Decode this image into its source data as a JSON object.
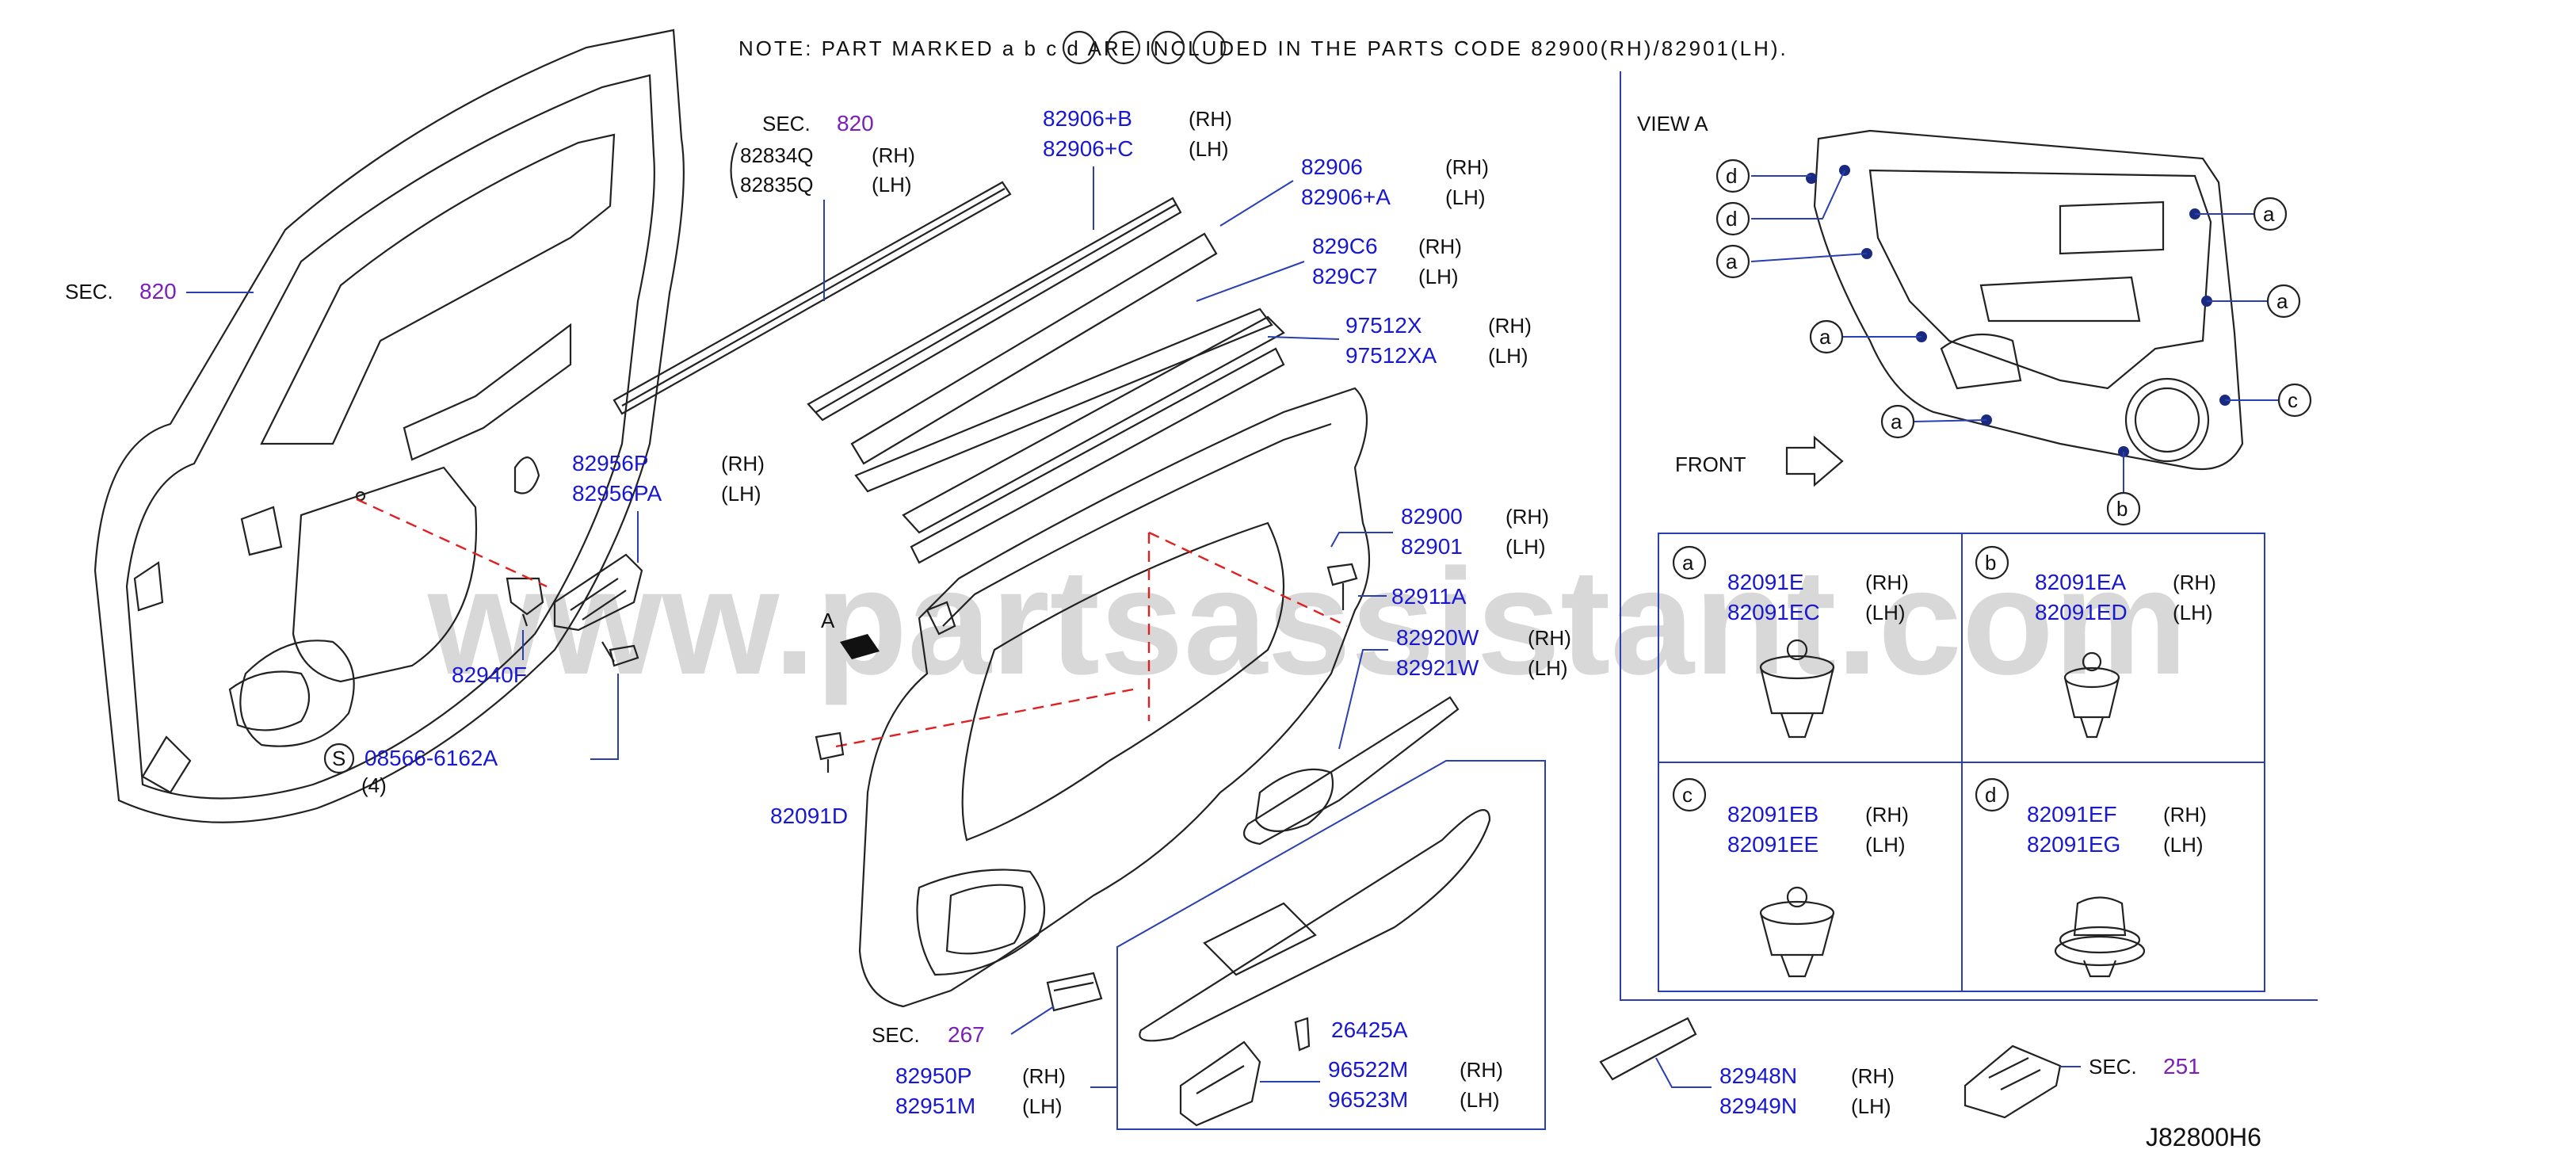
{
  "note": "NOTE:  PART  MARKED  a  b  c  d  ARE  INCLUDED  IN  THE  PARTS  CODE  82900(RH)/82901(LH).",
  "watermark": "www.partsassistant.com",
  "diagram_code": "J82800H6",
  "colors": {
    "part_number": "#1818d0",
    "section_ref": "#7a1fb8",
    "text": "#111111",
    "leader": "#2a3fb0",
    "dashed_leader": "#e02020"
  },
  "sec_label": "SEC.",
  "sections": {
    "door_left": "820",
    "moulding": "820",
    "handle": "267",
    "switch": "251"
  },
  "rh": "(RH)",
  "lh": "(LH)",
  "callouts": {
    "p82834": {
      "rh": "82834Q",
      "lh": "82835Q"
    },
    "p82906b": {
      "rh": "82906+B",
      "lh": "82906+C"
    },
    "p82906": {
      "rh": "82906",
      "lh": "82906+A"
    },
    "p829c6": {
      "rh": "829C6",
      "lh": "829C7"
    },
    "p97512": {
      "rh": "97512X",
      "lh": "97512XA"
    },
    "p82956": {
      "rh": "82956P",
      "lh": "82956PA"
    },
    "p82900": {
      "rh": "82900",
      "lh": "82901"
    },
    "p82911a": "82911A",
    "p82920": {
      "rh": "82920W",
      "lh": "82921W"
    },
    "p82940f": "82940F",
    "p08566": "08566-6162A",
    "p08566_symbol": "S",
    "p08566_qty": "(4)",
    "p82091d": "82091D",
    "p26425a": "26425A",
    "p96522": {
      "rh": "96522M",
      "lh": "96523M"
    },
    "p82950": {
      "rh": "82950P",
      "lh": "82951M"
    },
    "p82948": {
      "rh": "82948N",
      "lh": "82949N"
    }
  },
  "arrow_a": "A",
  "view_a": {
    "title": "VIEW   A",
    "front": "FRONT"
  },
  "clip_letters": [
    "d",
    "d",
    "a",
    "a",
    "a",
    "a",
    "a",
    "c",
    "b"
  ],
  "clip_table": [
    {
      "letter": "a",
      "rh": "82091E",
      "lh": "82091EC"
    },
    {
      "letter": "b",
      "rh": "82091EA",
      "lh": "82091ED"
    },
    {
      "letter": "c",
      "rh": "82091EB",
      "lh": "82091EE"
    },
    {
      "letter": "d",
      "rh": "82091EF",
      "lh": "82091EG"
    }
  ]
}
